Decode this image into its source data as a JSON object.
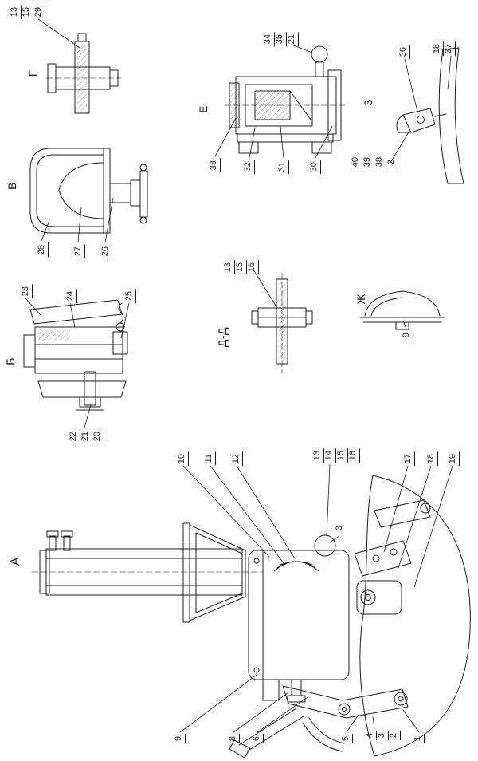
{
  "page": {
    "background": "#ffffff",
    "ink": "#1c1c1c"
  },
  "views": {
    "a": {
      "label": "А",
      "callouts_top": [
        "10",
        "11",
        "12"
      ],
      "group_13_14_15_16": [
        "13",
        "14",
        "15",
        "16"
      ],
      "callouts_right": [
        "17",
        "18",
        "19"
      ],
      "detail_marker": "3",
      "callouts_bottom": [
        "9",
        "8",
        "6",
        "5"
      ],
      "group_4_3_2": [
        "4",
        "3",
        "2"
      ],
      "callout_1": "1"
    },
    "b": {
      "label": "Б",
      "callouts_top": [
        "23",
        "24",
        "25"
      ],
      "group_22_21_20": [
        "22",
        "21",
        "20"
      ]
    },
    "v": {
      "label": "В",
      "callouts": [
        "28",
        "27",
        "26"
      ]
    },
    "g": {
      "label": "Г",
      "group_13_15_29": [
        "13",
        "15",
        "29"
      ]
    },
    "dd": {
      "label": "Д-Д",
      "group_13_15_16": [
        "13",
        "15",
        "16"
      ]
    },
    "e": {
      "label": "Е",
      "group_34_35_21": [
        "34",
        "35",
        "21"
      ],
      "callouts_bottom": [
        "33",
        "32",
        "31",
        "30"
      ]
    },
    "zh": {
      "label": "Ж",
      "callout_9": "9"
    },
    "z": {
      "label": "З",
      "callout_36": "36",
      "group_18_37": [
        "18",
        "37"
      ],
      "group_40_39_38_2": [
        "40",
        "39",
        "38",
        "2"
      ]
    }
  }
}
